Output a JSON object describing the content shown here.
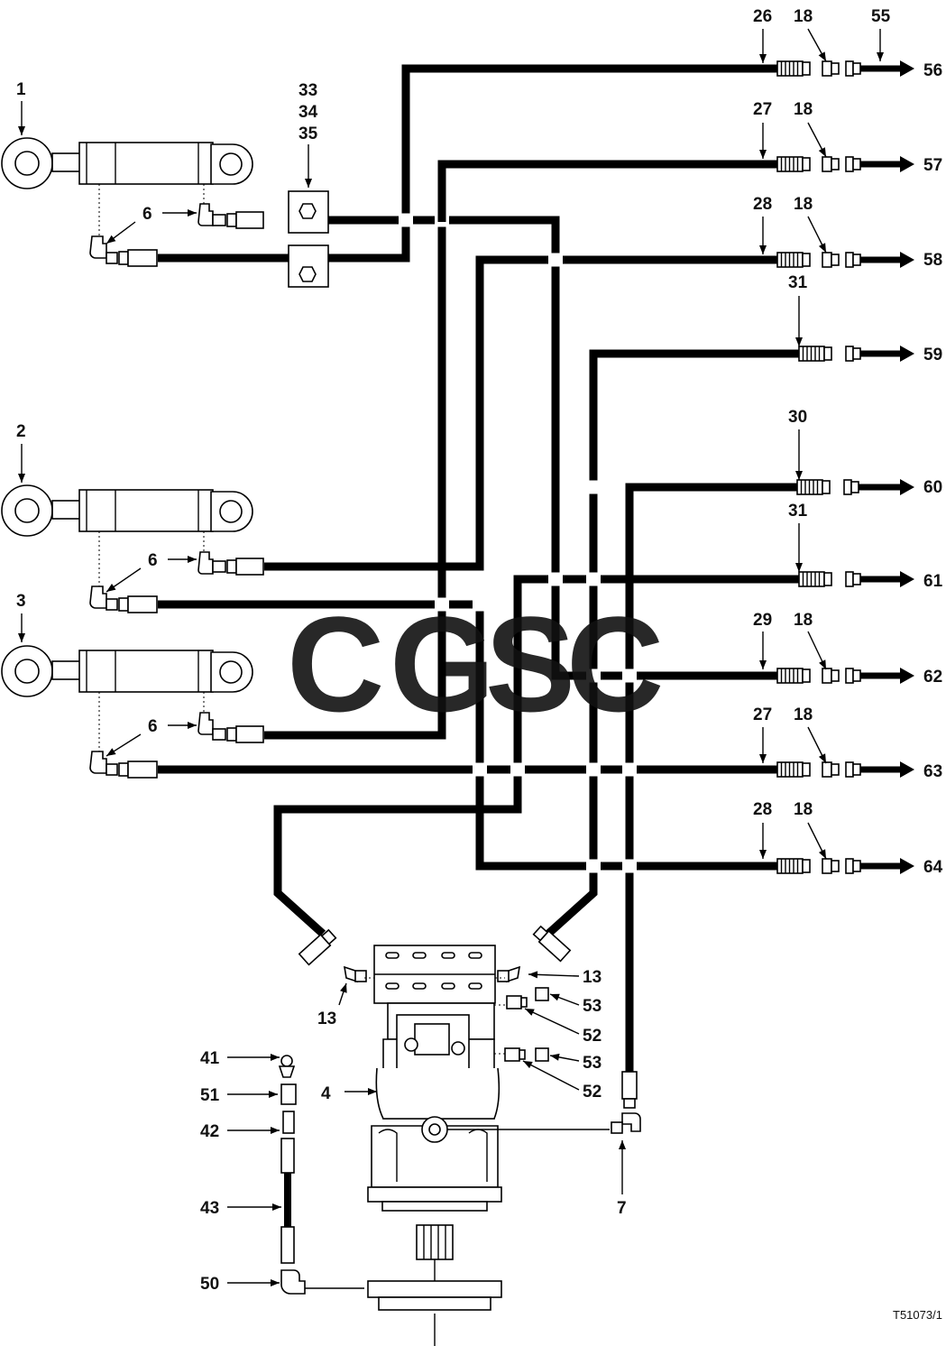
{
  "labels": {
    "l1": "1",
    "l2": "2",
    "l3": "3",
    "l4": "4",
    "l6a": "6",
    "l6b": "6",
    "l6c": "6",
    "l7": "7",
    "l13a": "13",
    "l13b": "13",
    "l18a": "18",
    "l18b": "18",
    "l18c": "18",
    "l18d": "18",
    "l18e": "18",
    "l18f": "18",
    "l26": "26",
    "l27a": "27",
    "l27b": "27",
    "l28a": "28",
    "l28b": "28",
    "l29": "29",
    "l30": "30",
    "l31a": "31",
    "l31b": "31",
    "l33": "33",
    "l34": "34",
    "l35": "35",
    "l41": "41",
    "l42": "42",
    "l43": "43",
    "l50": "50",
    "l51": "51",
    "l52a": "52",
    "l52b": "52",
    "l53a": "53",
    "l53b": "53",
    "l55": "55",
    "l56": "56",
    "l57": "57",
    "l58": "58",
    "l59": "59",
    "l60": "60",
    "l61": "61",
    "l62": "62",
    "l63": "63",
    "l64": "64"
  },
  "drawing_code": "T51073/1",
  "watermark": {
    "letters": [
      "C",
      "G",
      "S",
      "C"
    ],
    "colors": [
      "#6fa8f0",
      "#f08080",
      "#f7d76a",
      "#5fb88a"
    ]
  }
}
